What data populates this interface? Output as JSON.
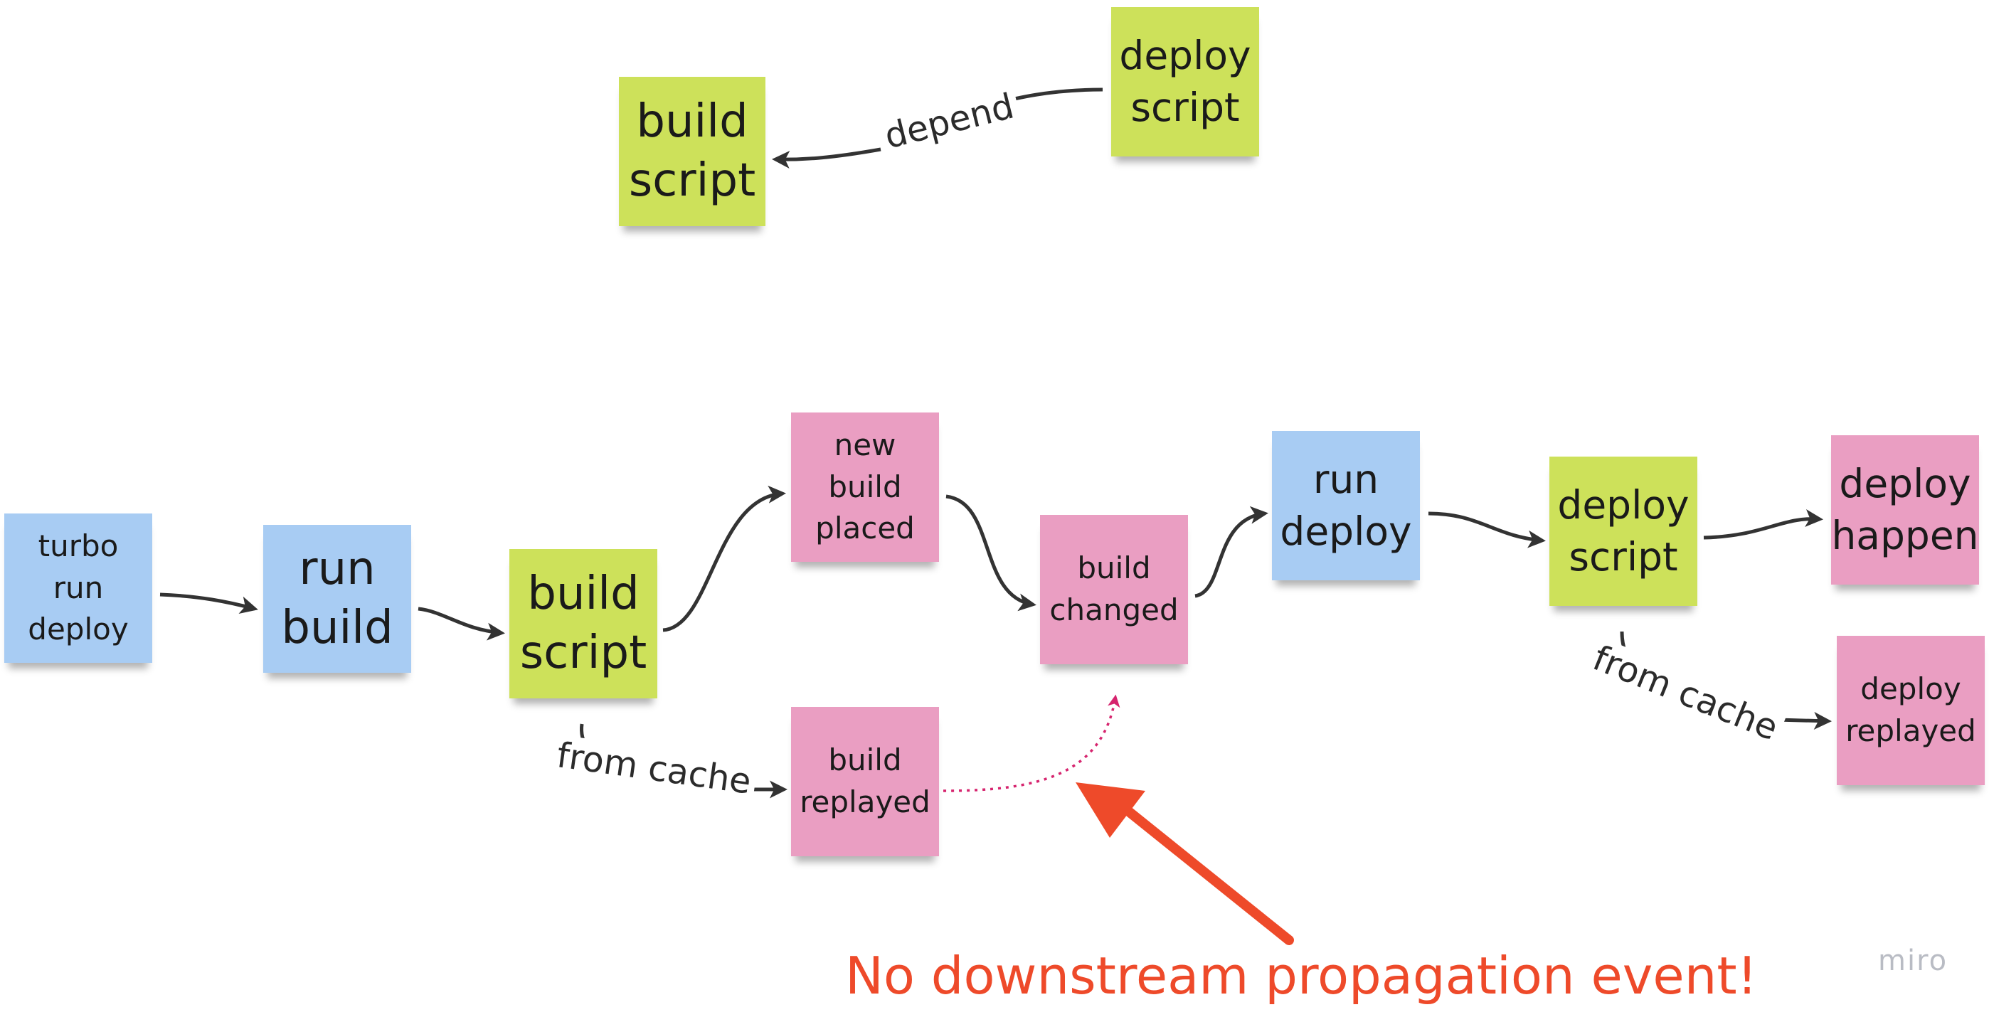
{
  "notes": [
    {
      "id": "top_build_script",
      "text": "build\nscript",
      "color": "green"
    },
    {
      "id": "top_deploy_script",
      "text": "deploy\nscript",
      "color": "green"
    },
    {
      "id": "turbo_run_deploy",
      "text": "turbo\nrun\ndeploy",
      "color": "blue"
    },
    {
      "id": "run_build",
      "text": "run\nbuild",
      "color": "blue"
    },
    {
      "id": "build_script",
      "text": "build\nscript",
      "color": "green"
    },
    {
      "id": "new_build_placed",
      "text": "new\nbuild\nplaced",
      "color": "pink"
    },
    {
      "id": "build_replayed",
      "text": "build\nreplayed",
      "color": "pink"
    },
    {
      "id": "build_changed",
      "text": "build\nchanged",
      "color": "pink"
    },
    {
      "id": "run_deploy",
      "text": "run\ndeploy",
      "color": "blue"
    },
    {
      "id": "deploy_script",
      "text": "deploy\nscript",
      "color": "green"
    },
    {
      "id": "deploy_happen",
      "text": "deploy\nhappen",
      "color": "pink"
    },
    {
      "id": "deploy_replayed",
      "text": "deploy\nreplayed",
      "color": "pink"
    }
  ],
  "edge_labels": {
    "depend": "depend",
    "from_cache_build": "from cache",
    "from_cache_deploy": "from cache"
  },
  "callout": "No downstream propagation event!",
  "watermark": "miro",
  "colors": {
    "green": "#cde15a",
    "blue": "#a8ccf3",
    "pink": "#ea9ec2",
    "connector": "#333333",
    "dotted_connector": "#d6246e",
    "callout": "#ee4a2a"
  }
}
